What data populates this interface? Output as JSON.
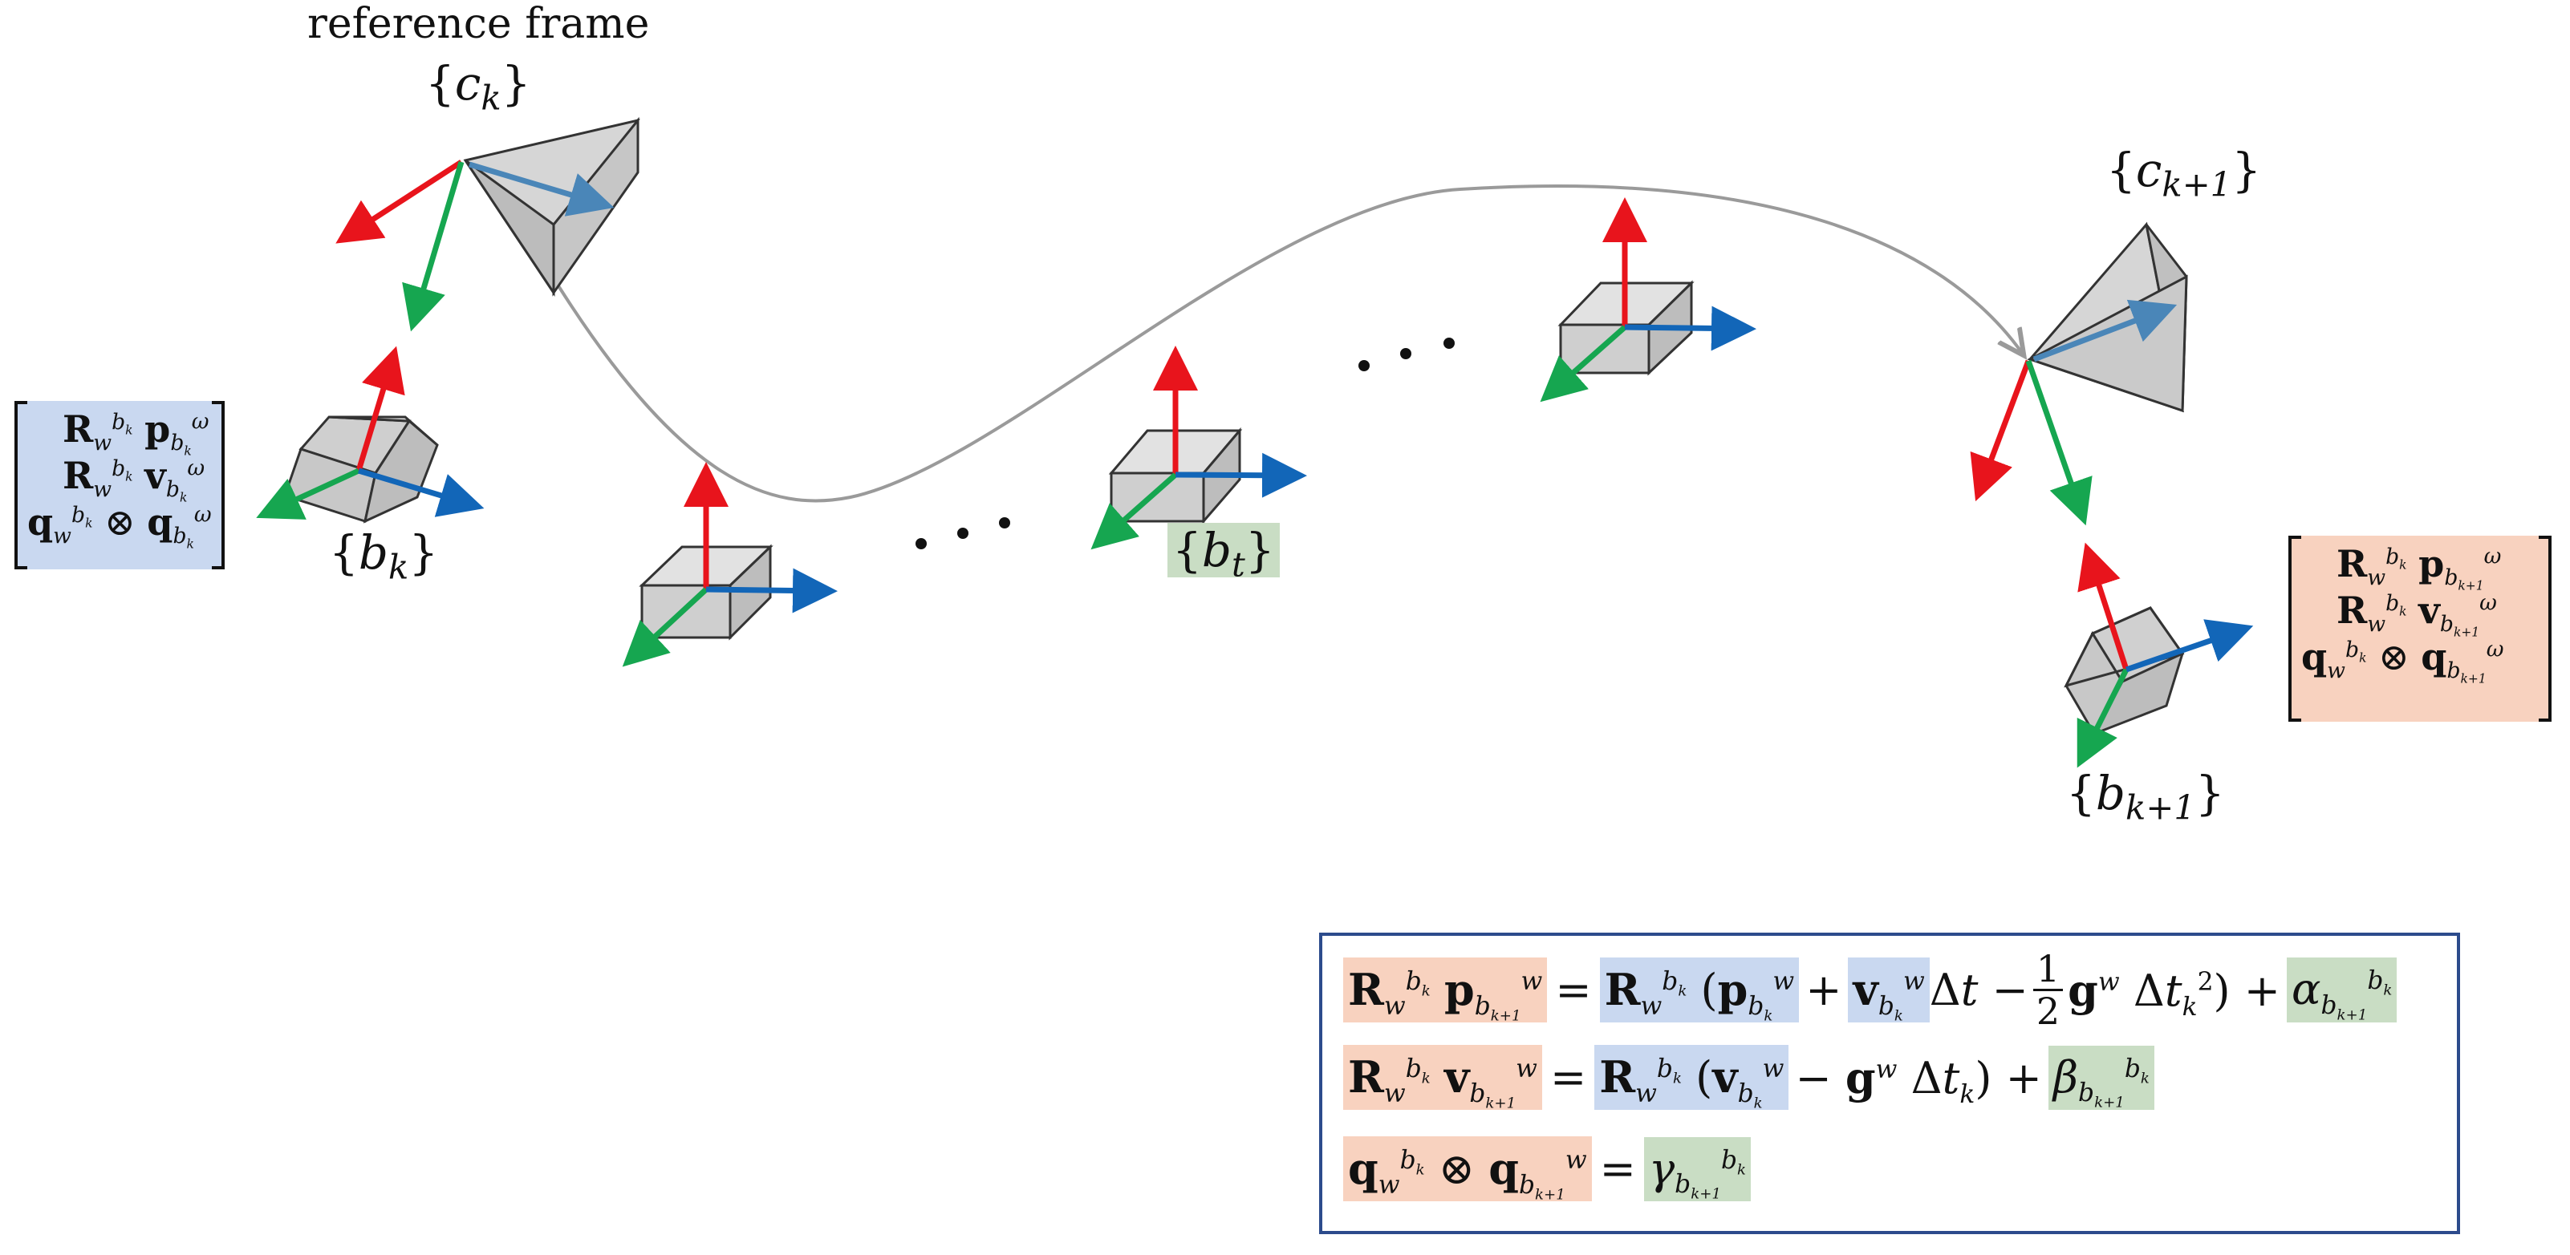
{
  "labels": {
    "reference_frame": "reference frame",
    "ck": "{c_k}",
    "ck1": "{c_{k+1}}",
    "bk": "{b_k}",
    "bt": "{b_t}",
    "bk1": "{b_{k+1}}",
    "dots": ". . ."
  },
  "state_left": {
    "row1": "R_w^{b_k} p_{b_k}^ω",
    "row2": "R_w^{b_k} v_{b_k}^ω",
    "row3": "q_w^{b_k} ⊗ q_{b_k}^ω"
  },
  "state_right": {
    "row1": "R_w^{b_k} p_{b_{k+1}}^ω",
    "row2": "R_w^{b_k} v_{b_{k+1}}^ω",
    "row3": "q_w^{b_k} ⊗ q_{b_{k+1}}^ω"
  },
  "equations": {
    "eq1": "R_w^{b_k} p_{b_{k+1}}^w = R_w^{b_k} (p_{b_k}^w + v_{b_k}^w Δt − 1/2 g^w Δt_k^2) + α_{b_{k+1}}^{b_k}",
    "eq2": "R_w^{b_k} v_{b_{k+1}}^w = R_w^{b_k} (v_{b_k}^w − g^w Δt_k) + β_{b_{k+1}}^{b_k}",
    "eq3": "q_w^{b_k} ⊗ q_{b_{k+1}}^w = γ_{b_{k+1}}^{b_k}"
  },
  "colors": {
    "x_axis": "#e8141c",
    "y_axis": "#16a650",
    "z_axis": "#1266b8",
    "camera_z": "#4a86b8",
    "highlight_blue": "#c9d8f0",
    "highlight_peach": "#f8d2bf",
    "highlight_green": "#c9ddc4",
    "box_border": "#2c4b8c",
    "trajectory": "#9a9a9a",
    "body_fill": "#d4d4d4"
  },
  "icons": [
    "camera-frustum-icon",
    "imu-box-icon",
    "axis-arrow-icon"
  ]
}
